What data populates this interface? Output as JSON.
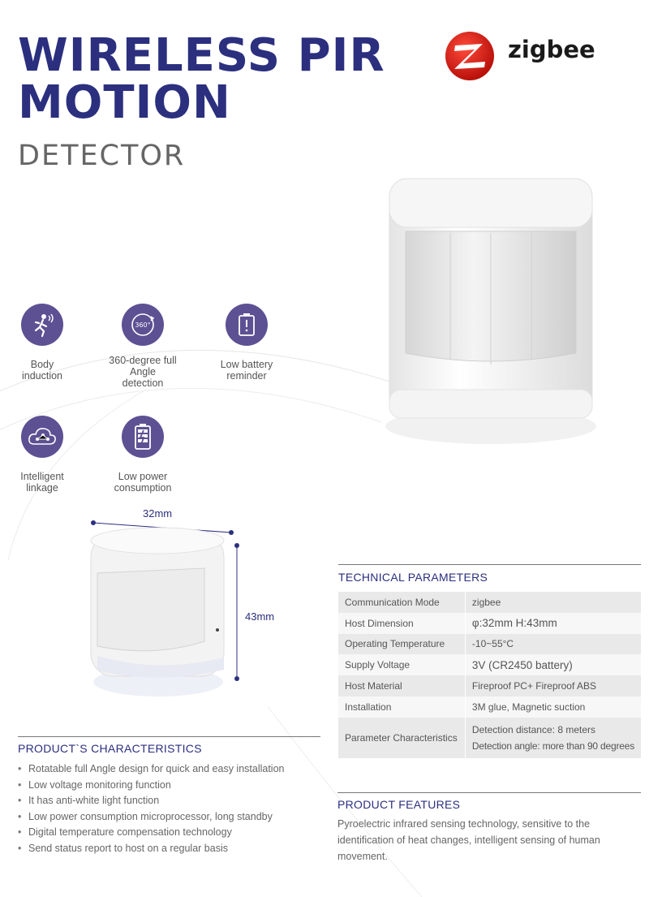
{
  "header": {
    "title_line1": "WIRELESS PIR",
    "title_line2": "MOTION",
    "subtitle": "DETECTOR",
    "brand_text": "zigbee",
    "accent_color": "#2b2f7e"
  },
  "features": [
    {
      "icon": "running-person-icon",
      "label_lines": [
        "Body",
        "induction"
      ]
    },
    {
      "icon": "360-degree-icon",
      "label_lines": [
        "360-degree full",
        "Angle",
        "detection"
      ]
    },
    {
      "icon": "low-battery-alert-icon",
      "label_lines": [
        "Low battery",
        "reminder"
      ]
    },
    {
      "icon": "cloud-network-icon",
      "label_lines": [
        "Intelligent",
        "linkage"
      ]
    },
    {
      "icon": "battery-charge-icon",
      "label_lines": [
        "Low power",
        "consumption"
      ]
    }
  ],
  "dimensions": {
    "width": "32mm",
    "height": "43mm"
  },
  "technical_parameters": {
    "title": "TECHNICAL PARAMETERS",
    "rows": [
      {
        "key": "Communication Mode",
        "value": "zigbee"
      },
      {
        "key": "Host Dimension",
        "value": "φ:32mm  H:43mm"
      },
      {
        "key": "Operating Temperature",
        "value": "-10~55°C"
      },
      {
        "key": "Supply Voltage",
        "value": "3V  (CR2450 battery)"
      },
      {
        "key": "Host Material",
        "value": "Fireproof PC+ Fireproof ABS"
      },
      {
        "key": "Installation",
        "value": "3M glue, Magnetic suction"
      },
      {
        "key": "Parameter Characteristics",
        "value": "Detection distance: 8 meters",
        "value2": "Detection angle: more than 90 degrees"
      }
    ]
  },
  "product_characteristics": {
    "title": "PRODUCT`S  CHARACTERISTICS",
    "items": [
      "Rotatable full Angle design for quick and easy installation",
      "Low voltage monitoring function",
      "It has anti-white light function",
      "Low power consumption microprocessor, long standby",
      "Digital temperature compensation technology",
      "Send status report to host on a regular basis"
    ]
  },
  "product_features": {
    "title": "PRODUCT FEATURES",
    "text": "Pyroelectric infrared sensing technology, sensitive to the identification of heat changes, intelligent sensing of human movement."
  },
  "icon_360_text": "360°"
}
